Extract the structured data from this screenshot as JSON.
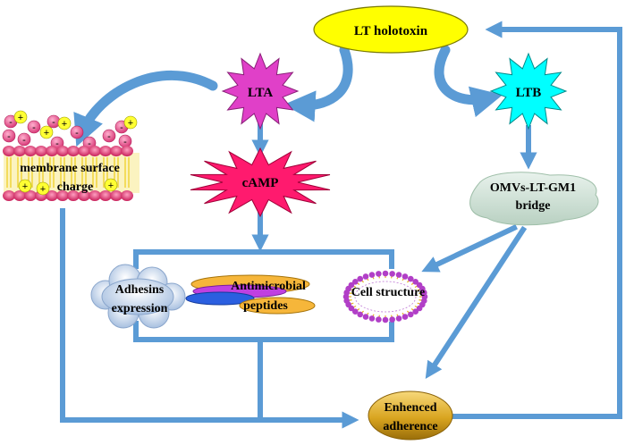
{
  "nodes": {
    "holotoxin": "LT holotoxin",
    "lta": "LTA",
    "ltb": "LTB",
    "camp": "cAMP",
    "membrane_line1": "membrane surface",
    "membrane_line2": "charge",
    "omvs_line1": "OMVs-LT-GM1",
    "omvs_line2": "bridge",
    "adhesins_line1": "Adhesins",
    "adhesins_line2": "expression",
    "antimicrobial_line1": "Antimicrobial",
    "antimicrobial_line2": "peptides",
    "cell_structure": "Cell structure",
    "enhanced_line1": "Enhenced",
    "enhanced_line2": "adherence"
  },
  "charges": {
    "positive": "+",
    "negative": "-"
  },
  "colors": {
    "arrow": "#5b9bd5",
    "holotoxin": "#ffff00",
    "lta": "#e040c8",
    "ltb": "#00ffff",
    "camp": "#ff1a6e",
    "membrane_bead": "#e0457c",
    "membrane_tail": "#f5e44a",
    "enhanced": "#d9a520"
  }
}
